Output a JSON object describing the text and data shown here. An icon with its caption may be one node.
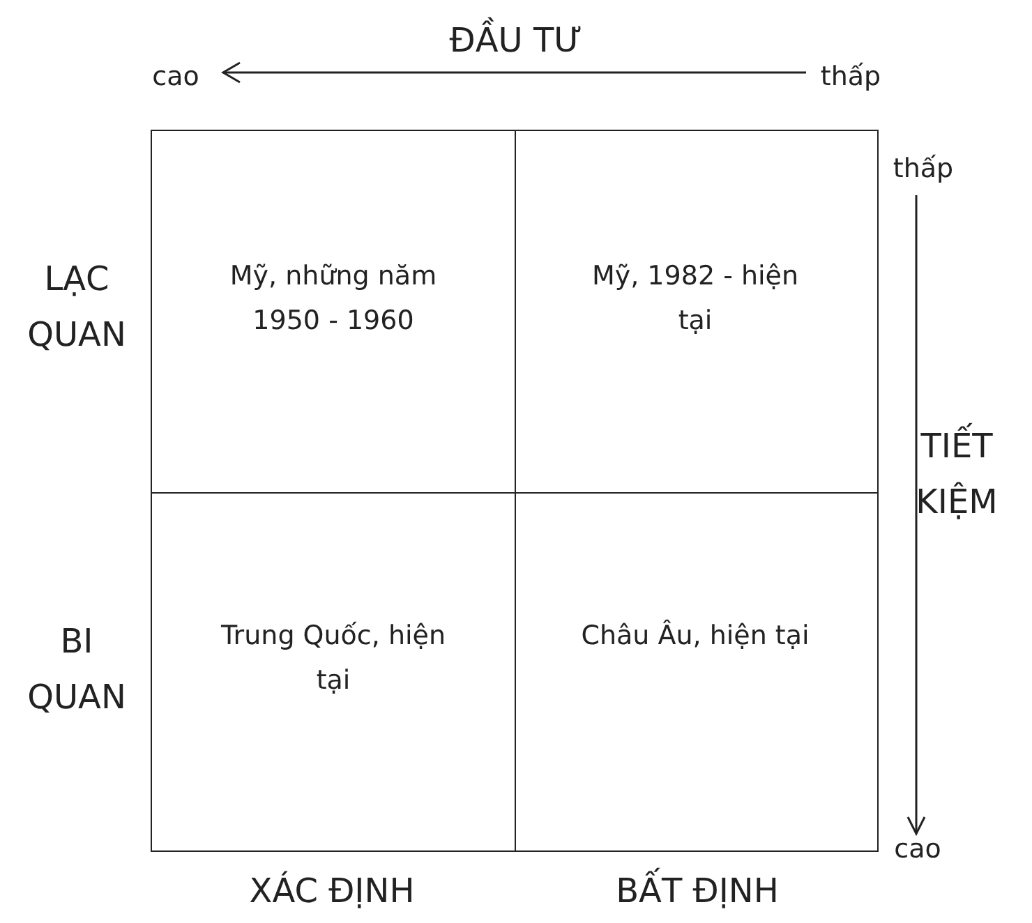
{
  "diagram": {
    "nodes": [
      {
        "text": [
          "Mỹ, những năm 1950 - 1960"
        ]
      },
      {
        "text": [
          "Mỹ, 1982 - hiện tại"
        ]
      },
      {
        "text": [
          "Trung Quốc, hiện tại"
        ]
      },
      {
        "text": [
          "Châu Âu, hiện tại"
        ]
      }
    ],
    "labels": [
      "ĐẦU TƯ",
      "cao",
      "thấp",
      "thấp",
      "LẠC QUAN",
      "TIẾT KIỆM",
      "BI QUAN",
      "cao",
      "XÁC ĐỊNH",
      "BẤT ĐỊNH"
    ]
  }
}
